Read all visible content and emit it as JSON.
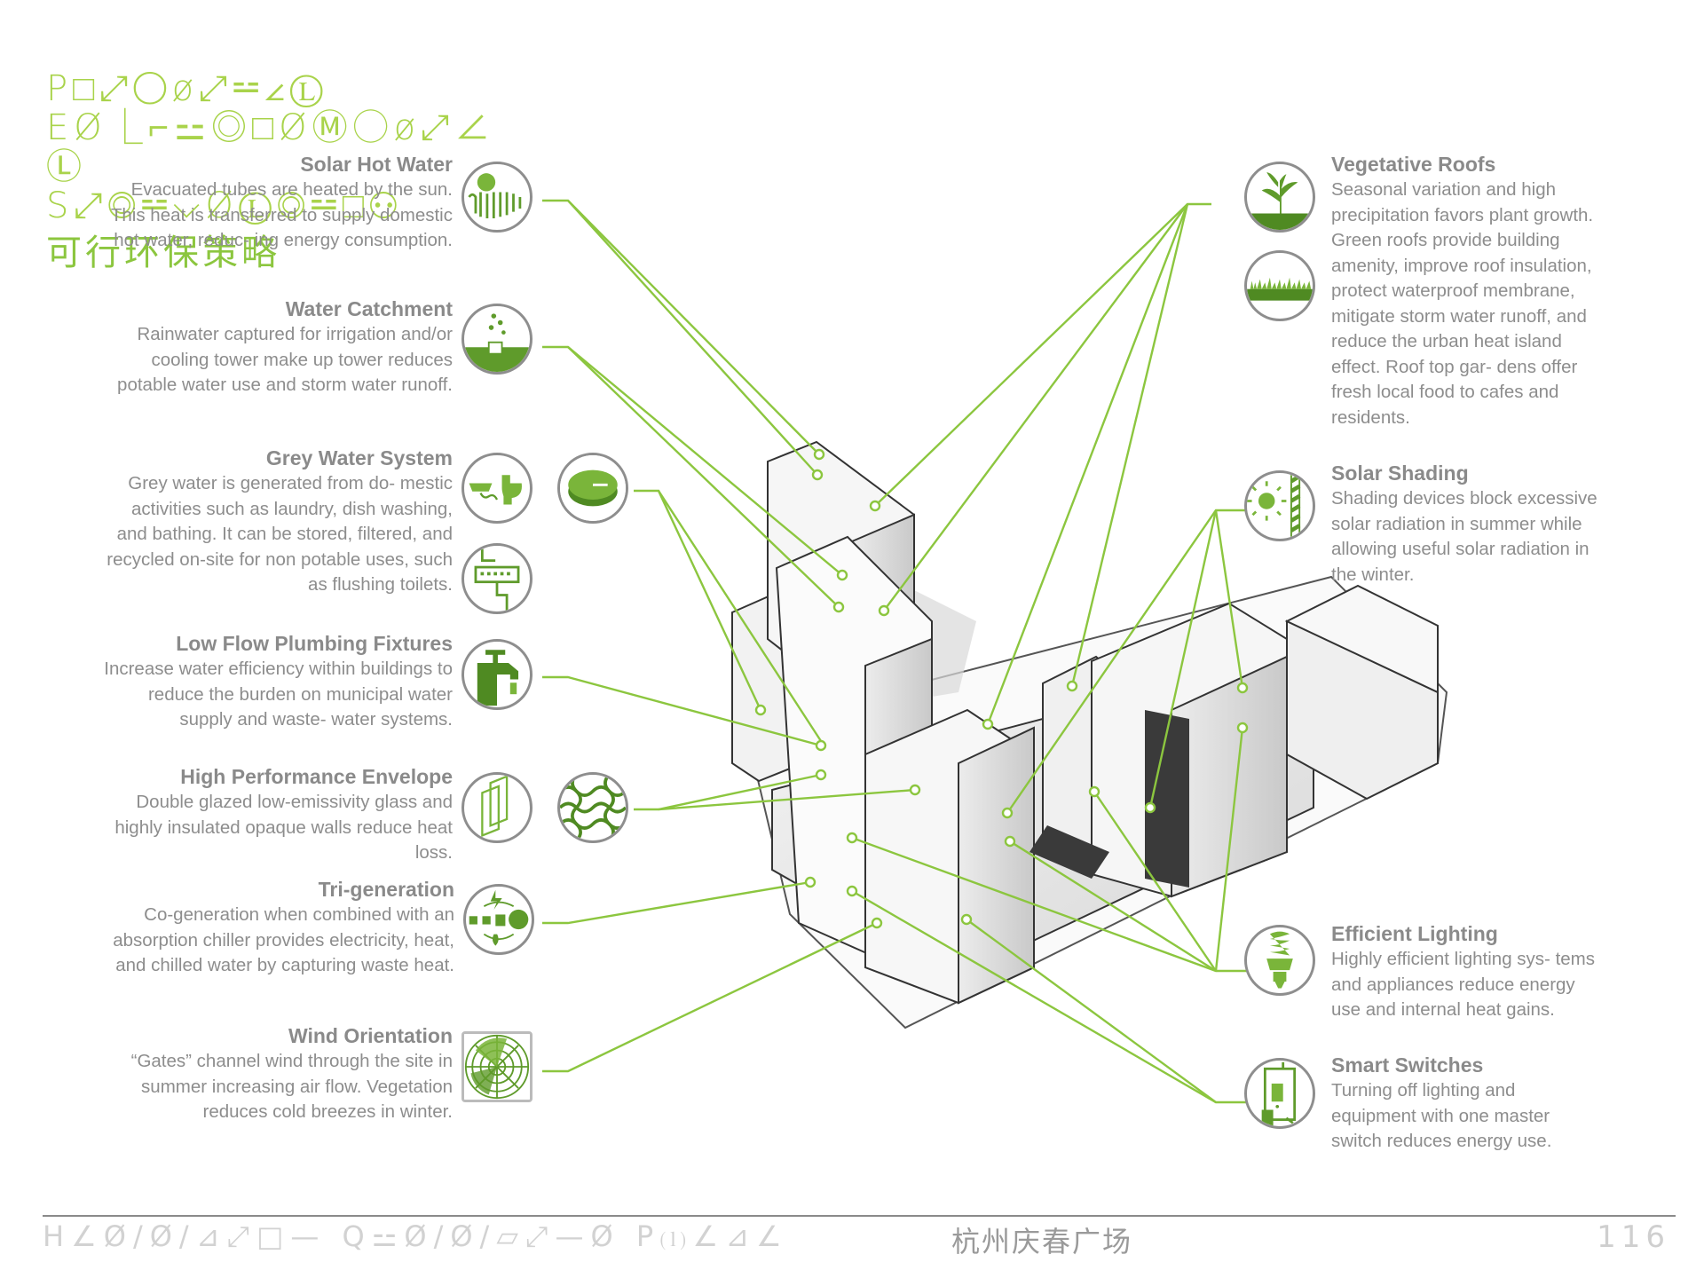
{
  "header": {
    "line1": "P□⤢◯ø⤢⚍∠Ⓛ",
    "line2": "EØ⎿⌐⚍◎□ØⓂ◯ø⤢∠",
    "line3": "Ⓛ",
    "line4": "S⤢◎⚍⌵ØⓁ◎⚍□⚇",
    "chinese": "可行环保策略"
  },
  "left_items": [
    {
      "title": "Solar Hot Water",
      "body": "Evacuated tubes are heated by the sun. This heat is transferred to supply domestic hot water, reduc- ing energy consumption."
    },
    {
      "title": "Water Catchment",
      "body": "Rainwater captured for irrigation and/or cooling tower make up tower reduces potable water use and storm water runoff."
    },
    {
      "title": "Grey Water System",
      "body": "Grey water is generated from do- mestic activities such as laundry, dish washing, and bathing.  It can be stored, filtered, and recycled on-site for non potable uses, such as flushing toilets."
    },
    {
      "title": "Low Flow Plumbing Fixtures",
      "body": "Increase water efficiency within buildings to reduce the burden on municipal water supply and waste- water systems."
    },
    {
      "title": "High Performance Envelope",
      "body": "Double glazed low-emissivity glass and highly insulated opaque walls reduce heat loss."
    },
    {
      "title": "Tri-generation",
      "body": "Co-generation when combined with an absorption chiller provides electricity, heat, and chilled water by capturing waste heat."
    },
    {
      "title": "Wind Orientation",
      "body": "“Gates” channel wind through the site in summer increasing air flow. Vegetation reduces cold breezes in winter."
    }
  ],
  "right_items": [
    {
      "title": "Vegetative Roofs",
      "body": "Seasonal variation and high precipitation favors plant growth. Green roofs provide building amenity, improve roof insulation, protect waterproof membrane, mitigate storm water runoff, and reduce the urban heat island effect. Roof top gar- dens offer fresh local food to cafes and residents."
    },
    {
      "title": "Solar Shading",
      "body": "Shading devices block excessive solar radiation in summer while allowing useful solar radiation in the winter."
    },
    {
      "title": "Efficient Lighting",
      "body": "Highly efficient lighting sys- tems and appliances reduce energy use and internal heat gains."
    },
    {
      "title": "Smart Switches",
      "body": "Turning off lighting and equipment with one master switch reduces energy use."
    }
  ],
  "icons": {
    "solar_hot_water": "solar-collector-icon",
    "water_catchment": "rain-tank-icon",
    "grey_water": "sink-toilet-icon",
    "grey_water_tank": "storage-tank-icon",
    "grey_water_filter": "filter-icon",
    "plumbing": "faucet-icon",
    "envelope": "double-glazing-icon",
    "envelope_insulation": "insulation-mesh-icon",
    "trigen": "trigeneration-icon",
    "wind": "wind-rose-icon",
    "veg_roof": "plant-icon",
    "veg_roof_grass": "grass-roof-icon",
    "shading": "sun-shade-icon",
    "lighting": "cfl-bulb-icon",
    "switches": "switch-icon"
  },
  "colors": {
    "accent": "#8cc63f",
    "icon_green": "#5f9b2b",
    "leader": "#8cc63f",
    "text": "#8d8d8d"
  },
  "footer": {
    "left": "H∠Ø/Ø/⊿⤢□— Q⚍Ø/Ø/▱⤢—Ø P⒧∠⊿∠",
    "chinese": "杭州庆春广场",
    "page": "116"
  }
}
